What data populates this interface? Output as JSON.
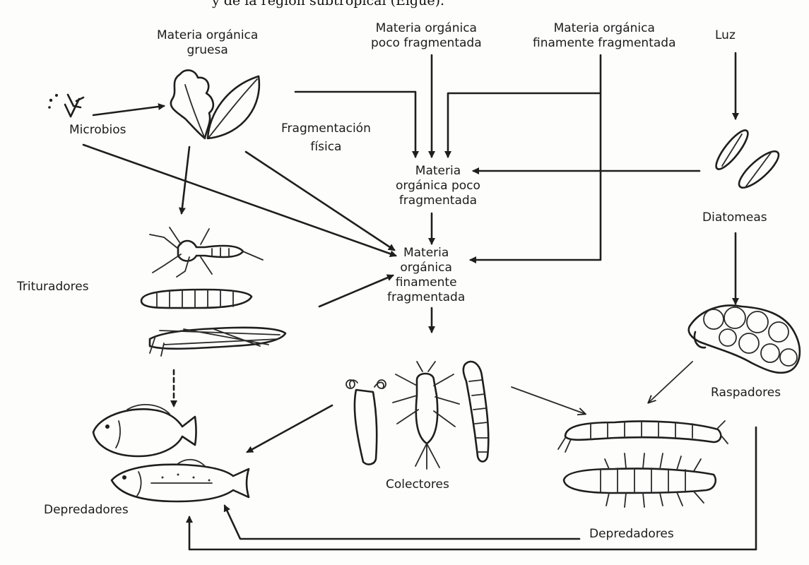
{
  "caption": "y de la región subtropical (Elgue).",
  "labels": {
    "coarse_om": [
      "Materia orgánica",
      "gruesa"
    ],
    "poorly_frag_top": [
      "Materia orgánica",
      "poco fragmentada"
    ],
    "finely_frag_top": [
      "Materia orgánica",
      "finamente fragmentada"
    ],
    "light": "Luz",
    "microbes": "Microbios",
    "physical_frag": [
      "Fragmentación",
      "física"
    ],
    "poorly_frag_mid": [
      "Materia",
      "orgánica poco",
      "fragmentada"
    ],
    "finely_frag_mid": [
      "Materia",
      "orgánica",
      "finamente",
      "fragmentada"
    ],
    "diatoms": "Diatomeas",
    "shredders": "Trituradores",
    "scrapers": "Raspadores",
    "collectors": "Colectores",
    "predators_left": "Depredadores",
    "predators_right": "Depredadores"
  }
}
